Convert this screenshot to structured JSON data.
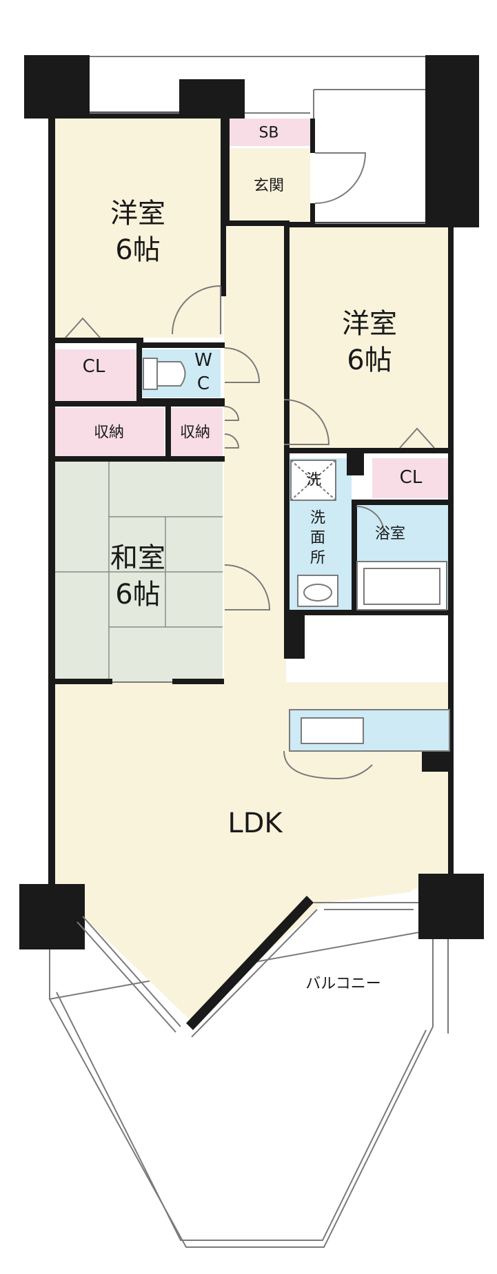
{
  "rooms": {
    "western_room_1": {
      "name": "洋室",
      "size": "6帖"
    },
    "western_room_2": {
      "name": "洋室",
      "size": "6帖"
    },
    "japanese_room": {
      "name": "和室",
      "size": "6帖"
    },
    "ldk": {
      "name": "LDK"
    },
    "entrance": {
      "name": "玄関"
    },
    "shoe_box": {
      "name": "SB"
    },
    "closet_1": {
      "name": "CL"
    },
    "closet_2": {
      "name": "CL"
    },
    "toilet": {
      "line1": "W",
      "line2": "C"
    },
    "storage_1": {
      "name": "収納"
    },
    "storage_2": {
      "name": "収納"
    },
    "washing_machine": {
      "name": "洗"
    },
    "washroom": {
      "line1": "洗",
      "line2": "面",
      "line3": "所"
    },
    "bathroom": {
      "name": "浴室"
    },
    "balcony": {
      "name": "バルコニー"
    }
  },
  "colors": {
    "western_room_fill": "#faf3dc",
    "ldk_fill": "#faf3dc",
    "japanese_room_fill": "#e3e9dc",
    "wet_area_fill": "#cdeaf5",
    "closet_fill": "#f8dde6",
    "wall": "#1a1a1a"
  }
}
